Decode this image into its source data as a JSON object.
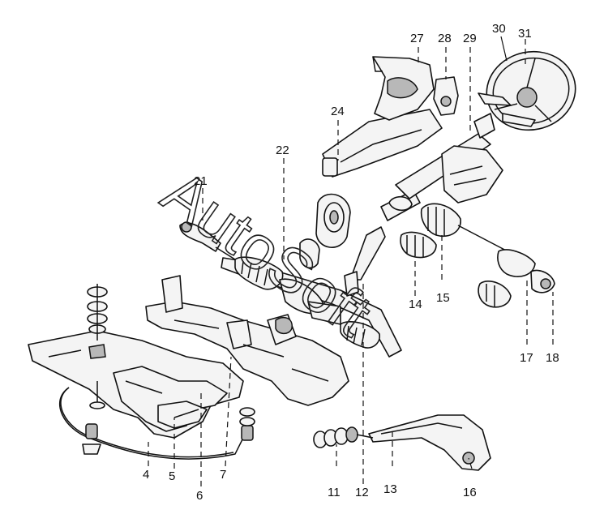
{
  "watermark": "AutoSoft",
  "callouts": [
    {
      "id": "4",
      "label": "4"
    },
    {
      "id": "5",
      "label": "5"
    },
    {
      "id": "6",
      "label": "6"
    },
    {
      "id": "7",
      "label": "7"
    },
    {
      "id": "11",
      "label": "11"
    },
    {
      "id": "12",
      "label": "12"
    },
    {
      "id": "13",
      "label": "13"
    },
    {
      "id": "14",
      "label": "14"
    },
    {
      "id": "15",
      "label": "15"
    },
    {
      "id": "16",
      "label": "16"
    },
    {
      "id": "17",
      "label": "17"
    },
    {
      "id": "18",
      "label": "18"
    },
    {
      "id": "21",
      "label": "21"
    },
    {
      "id": "22",
      "label": "22"
    },
    {
      "id": "24",
      "label": "24"
    },
    {
      "id": "27",
      "label": "27"
    },
    {
      "id": "28",
      "label": "28"
    },
    {
      "id": "29",
      "label": "29"
    },
    {
      "id": "30",
      "label": "30"
    },
    {
      "id": "31",
      "label": "31"
    }
  ]
}
